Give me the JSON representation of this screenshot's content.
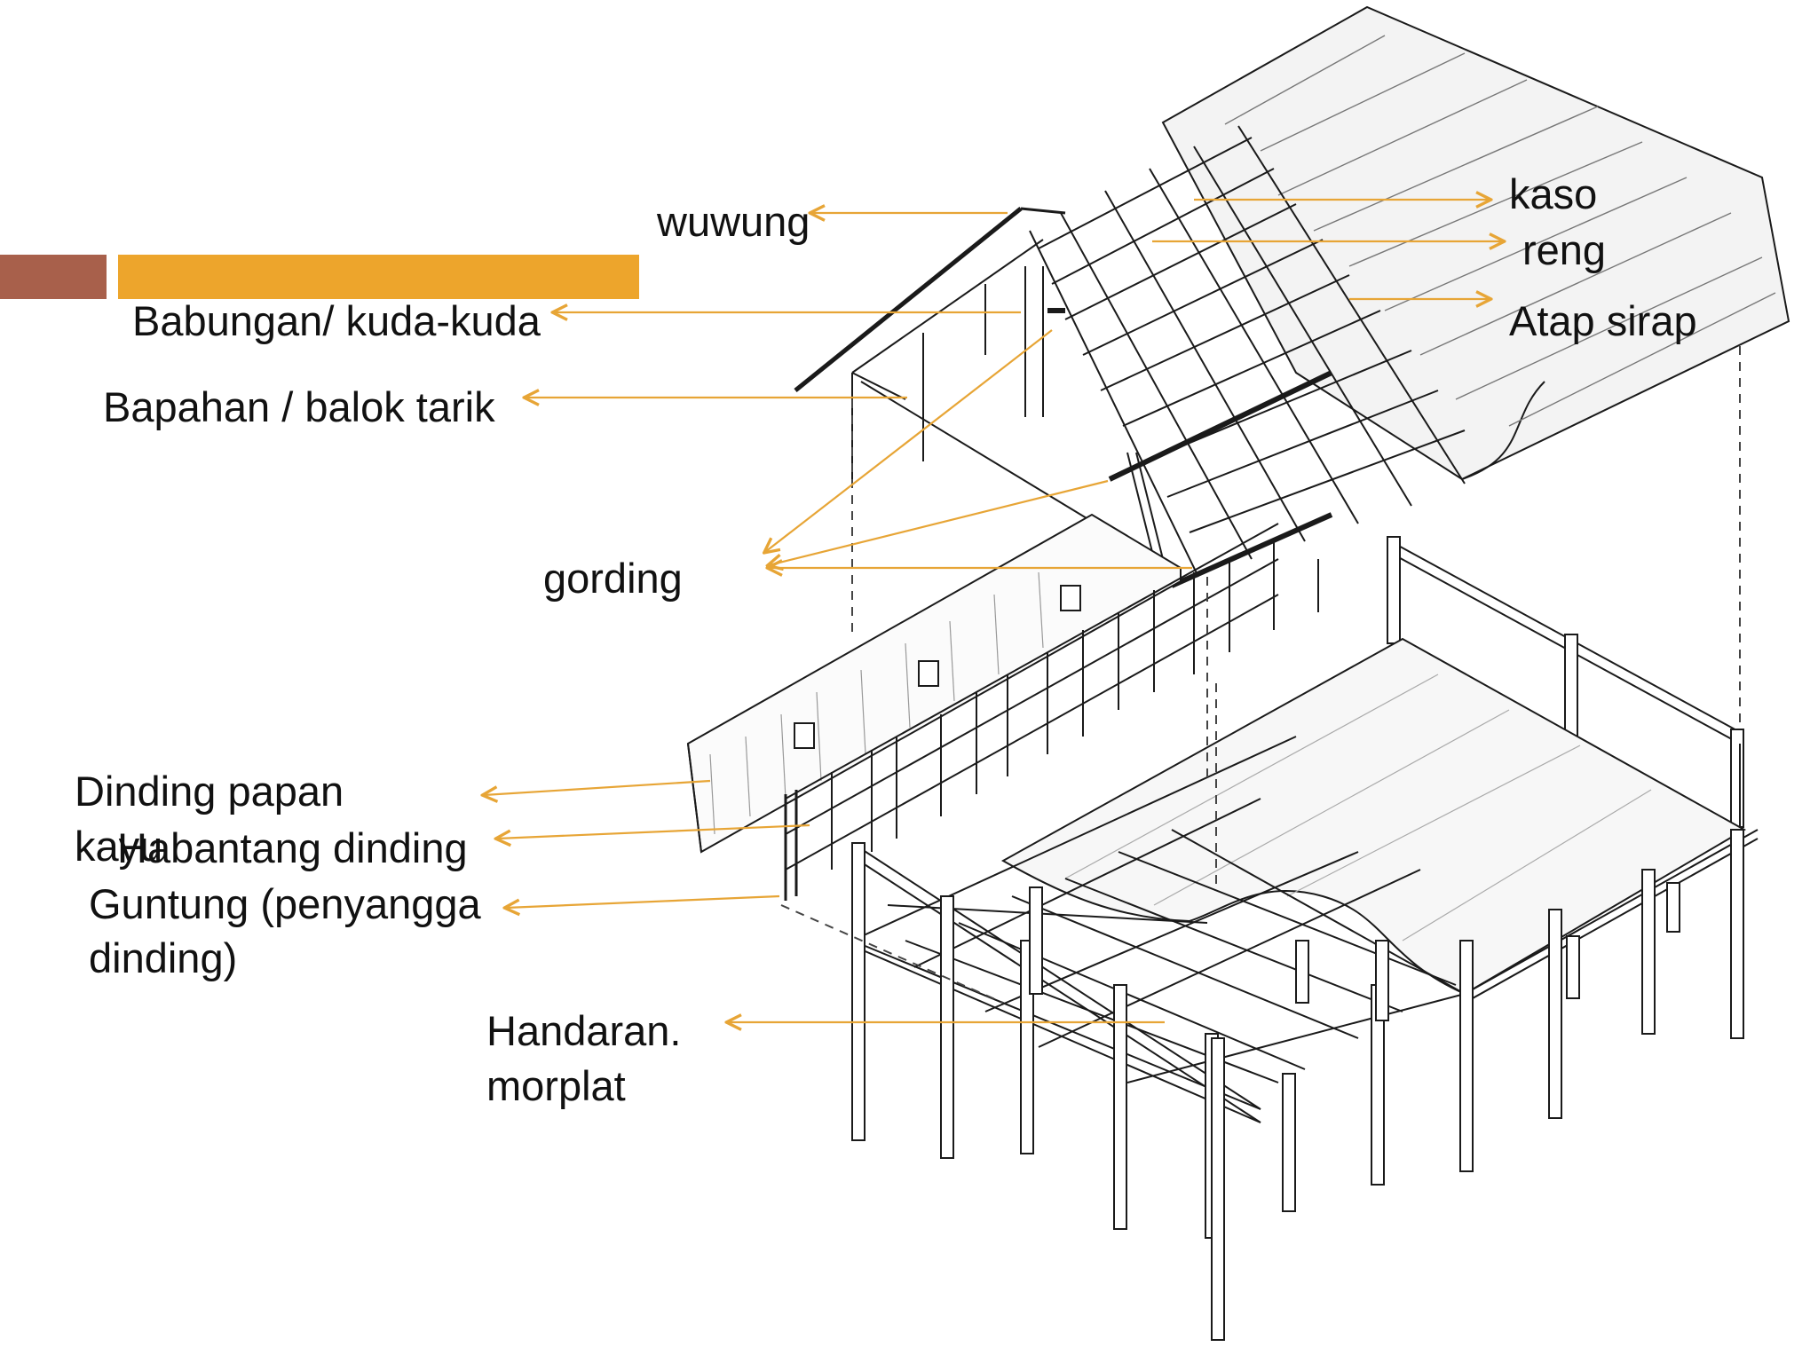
{
  "slide": {
    "accent_colors": {
      "bar_brown": "#A8604B",
      "bar_orange": "#EDA52C",
      "arrow": "#E7A536"
    },
    "labels": {
      "wuwung": "wuwung",
      "babungan": "Babungan/ kuda-kuda",
      "bapahan": "Bapahan / balok tarik",
      "gording": "gording",
      "kaso": "kaso",
      "reng": "reng",
      "atap_sirap": "Atap sirap",
      "dinding_papan_line1": "Dinding papan",
      "dinding_papan_line2": "kayu",
      "habantang": "Habantang dinding",
      "guntung_line1": "Guntung (penyangga",
      "guntung_line2": "dinding)",
      "handaran_line1": "Handaran.",
      "handaran_line2": "morplat"
    }
  }
}
